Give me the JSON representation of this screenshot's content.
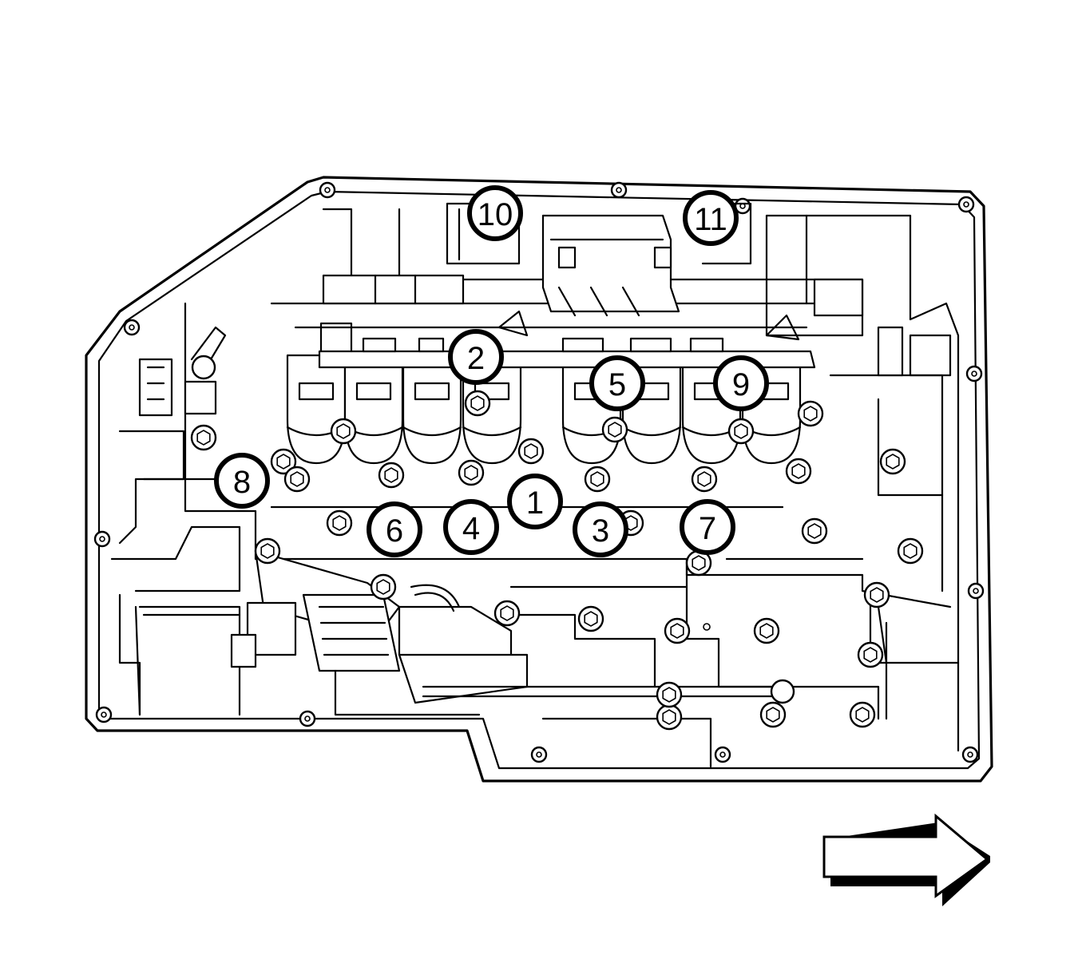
{
  "diagram": {
    "colors": {
      "line": "#000000",
      "background": "#ffffff"
    },
    "callouts": [
      {
        "id": "1",
        "label": "1"
      },
      {
        "id": "2",
        "label": "2"
      },
      {
        "id": "3",
        "label": "3"
      },
      {
        "id": "4",
        "label": "4"
      },
      {
        "id": "5",
        "label": "5"
      },
      {
        "id": "6",
        "label": "6"
      },
      {
        "id": "7",
        "label": "7"
      },
      {
        "id": "8",
        "label": "8"
      },
      {
        "id": "9",
        "label": "9"
      },
      {
        "id": "10",
        "label": "10"
      },
      {
        "id": "11",
        "label": "11"
      }
    ],
    "direction_arrow_icon": "right-arrow-icon"
  }
}
